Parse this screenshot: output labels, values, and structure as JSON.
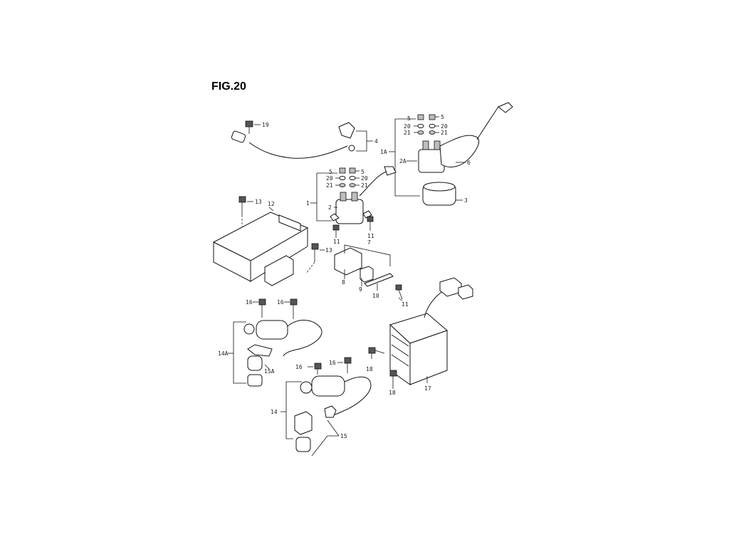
{
  "figure": {
    "title": "FIG.20"
  },
  "callouts": {
    "c19": "19",
    "c4": "4",
    "c1A": "1A",
    "c6": "6",
    "c3": "3",
    "c2A": "2A",
    "c5a": "5",
    "c5b": "5",
    "c20a": "20",
    "c20b": "20",
    "c21a": "21",
    "c21b": "21",
    "c5c": "5",
    "c5d": "5",
    "c20c": "20",
    "c20d": "20",
    "c21c": "21",
    "c21d": "21",
    "c1": "1",
    "c2": "2",
    "c13a": "13",
    "c12": "12",
    "c11a": "11",
    "c11b": "11",
    "c13b": "13",
    "c7": "7",
    "c8": "8",
    "c9": "9",
    "c10": "10",
    "c11c": "11",
    "c16a": "16",
    "c16b": "16",
    "c14A": "14A",
    "c15A": "15A",
    "c16c": "16",
    "c16d": "16",
    "c18a": "18",
    "c18b": "18",
    "c17": "17",
    "c14": "14",
    "c15": "15"
  }
}
